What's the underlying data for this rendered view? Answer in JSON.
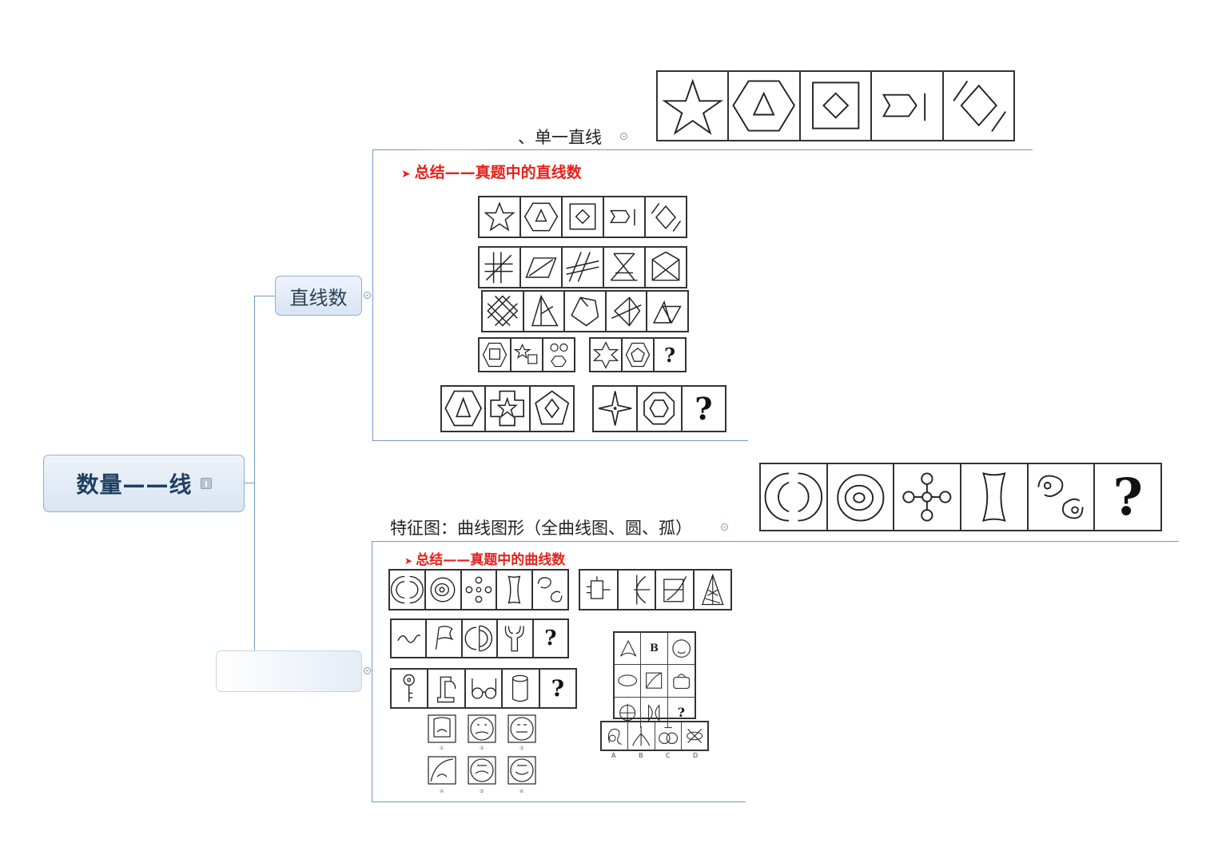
{
  "root": {
    "title": "数量——线",
    "note_icon": "note-icon"
  },
  "branches": [
    {
      "label": "直线数"
    },
    {
      "label": ""
    }
  ],
  "labels": {
    "single_line": "、单一直线",
    "curve_feature": "特征图：曲线图形（全曲线图、圆、孤）"
  },
  "summaries": {
    "straight": "总结——真题中的直线数",
    "curve": "总结——真题中的曲线数"
  },
  "question_mark": "?",
  "option_letters": [
    "A",
    "B",
    "C",
    "D"
  ],
  "grid_letter": "B",
  "colors": {
    "connector": "#6f9ac6",
    "summary_red": "#e8201a",
    "node_fill": "#d9e5f3"
  }
}
